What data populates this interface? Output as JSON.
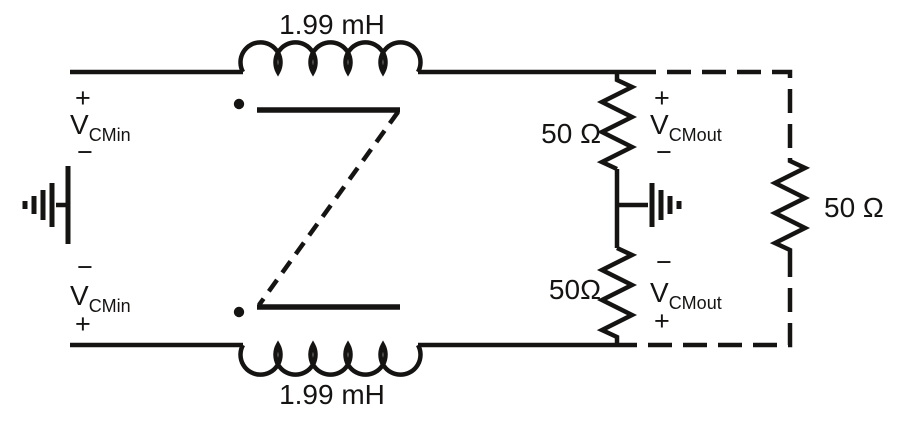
{
  "figure": {
    "inductors": {
      "top": "1.99 mH",
      "bottom": "1.99 mH"
    },
    "resistors": {
      "top_right": "50 Ω",
      "bottom_right": "50Ω",
      "far_right": "50 Ω"
    },
    "voltage": {
      "symbol": "V",
      "sub_in": "CMin",
      "sub_out": "CMout"
    },
    "polarity": {
      "plus": "+",
      "minus": "−"
    }
  }
}
